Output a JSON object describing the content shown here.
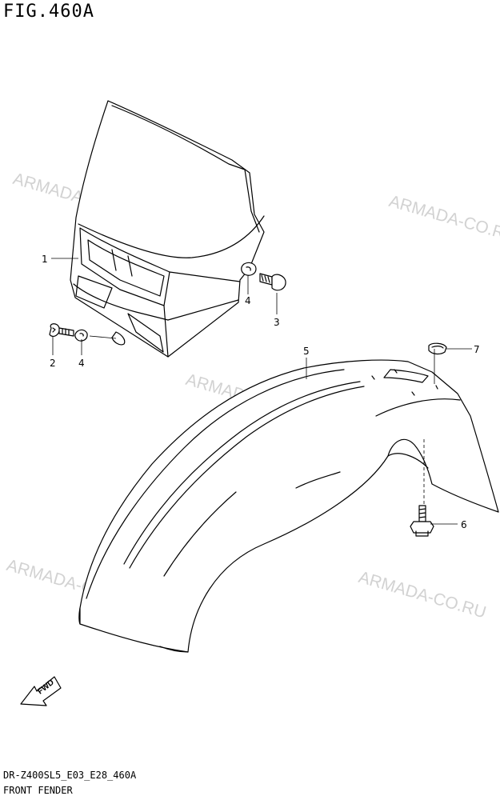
{
  "figure": {
    "title": "FIG.460A"
  },
  "footer": {
    "model_code": "DR-Z400SL5_E03_E28_460A",
    "section_name": "FRONT FENDER"
  },
  "watermarks": [
    "ARMADA-CO.RU",
    "ARMADA-CO.RU",
    "ARMADA-CO.RU",
    "ARMADA-CO.RU",
    "ARMADA-CO.RU"
  ],
  "direction_arrow": {
    "label": "FWD"
  },
  "parts": [
    {
      "callout": "1",
      "icon": "headlight-cover-icon"
    },
    {
      "callout": "2",
      "icon": "screw-icon"
    },
    {
      "callout": "3",
      "icon": "screw-icon"
    },
    {
      "callout": "4",
      "icon": "washer-icon"
    },
    {
      "callout": "4",
      "icon": "washer-icon"
    },
    {
      "callout": "5",
      "icon": "front-fender-icon"
    },
    {
      "callout": "6",
      "icon": "bolt-icon"
    },
    {
      "callout": "7",
      "icon": "nut-icon"
    }
  ]
}
